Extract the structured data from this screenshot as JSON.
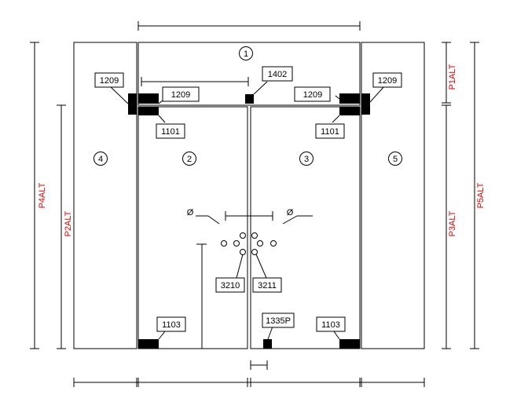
{
  "panels": {
    "p1": "1",
    "p2": "2",
    "p3": "3",
    "p4": "4",
    "p5": "5"
  },
  "labels": {
    "l1209_outer_left": "1209",
    "l1209_inner_left": "1209",
    "l1402": "1402",
    "l1209_inner_right": "1209",
    "l1209_outer_right": "1209",
    "l1101_left": "1101",
    "l1101_right": "1101",
    "l3210": "3210",
    "l3211": "3211",
    "l1103_left": "1103",
    "l1335p": "1335P",
    "l1103_right": "1103"
  },
  "symbols": {
    "diameter_left": "Ø",
    "diameter_right": "Ø"
  },
  "dimensions": {
    "p4alt": "P4ALT",
    "p2alt": "P2ALT",
    "p1alt": "P1ALT",
    "p3alt": "P3ALT",
    "p5alt": "P5ALT"
  },
  "colors": {
    "line": "#000000",
    "dimension_text": "#e00000",
    "background": "#ffffff"
  }
}
